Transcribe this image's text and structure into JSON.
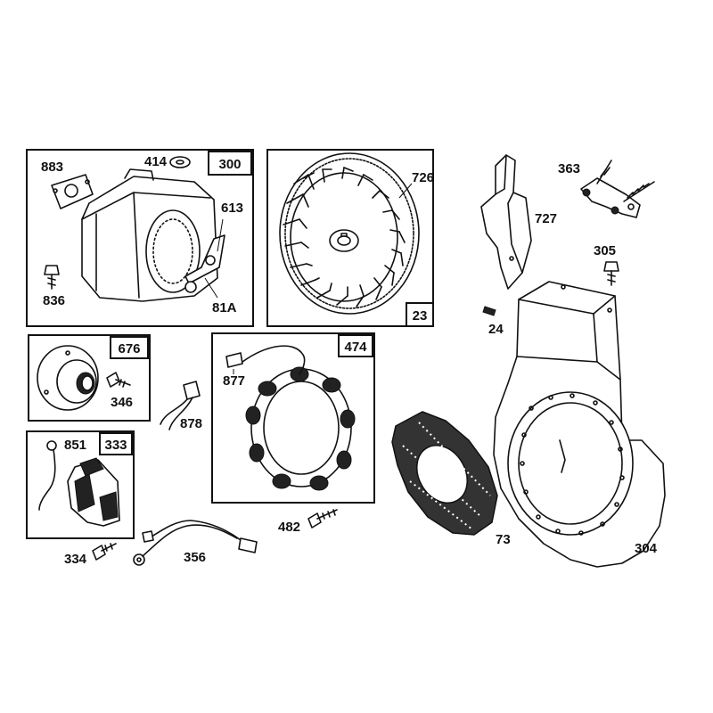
{
  "callouts": {
    "p300": "300",
    "p883": "883",
    "p414": "414",
    "p613": "613",
    "p836": "836",
    "p81a": "81A",
    "p726": "726",
    "p23": "23",
    "p727": "727",
    "p363": "363",
    "p305": "305",
    "p24": "24",
    "p304": "304",
    "p676": "676",
    "p346": "346",
    "p878": "878",
    "p474": "474",
    "p877": "877",
    "p482": "482",
    "p333": "333",
    "p851": "851",
    "p334": "334",
    "p356": "356",
    "p73": "73"
  }
}
